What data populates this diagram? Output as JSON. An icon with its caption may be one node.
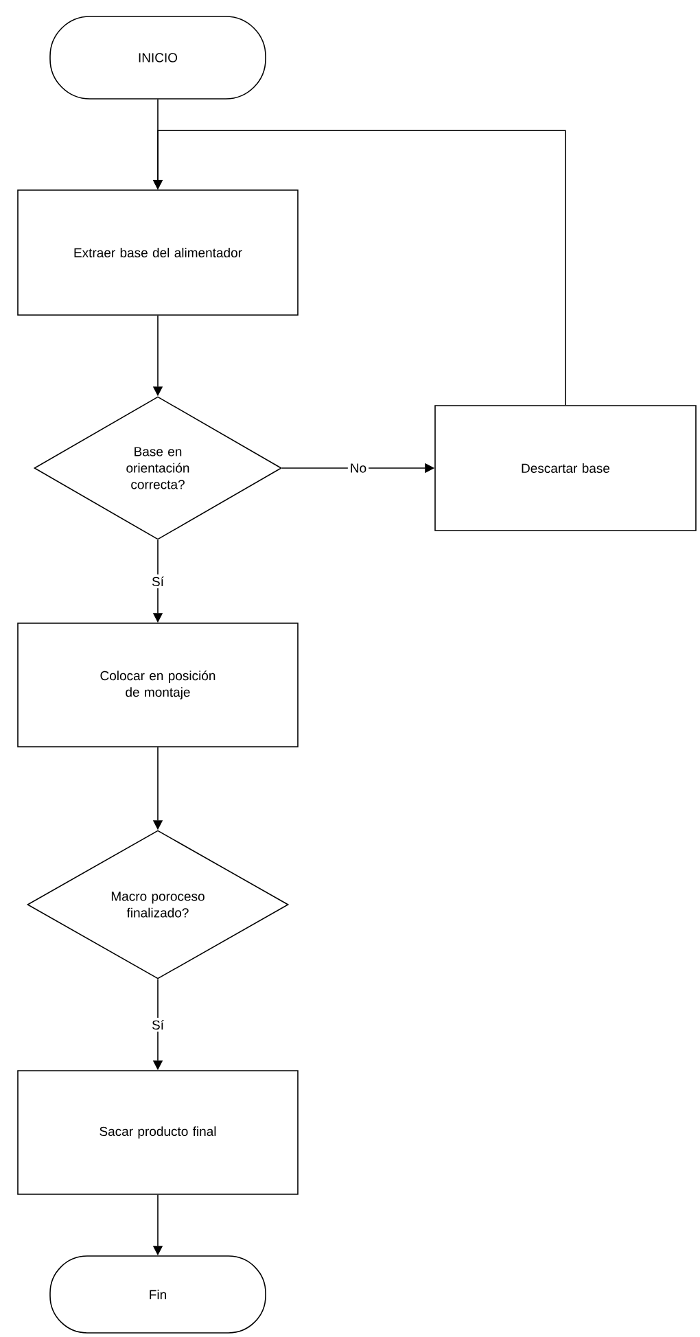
{
  "diagram": {
    "nodes": [
      {
        "text": [
          "INICIO"
        ]
      },
      {
        "text": [
          "Extraer base del alimentador"
        ]
      },
      {
        "text": [
          "Base en orientación correcta?"
        ]
      },
      {
        "text": [
          "Descartar base"
        ]
      },
      {
        "text": [
          "Colocar en posición de montaje"
        ]
      },
      {
        "text": [
          "Macro poroceso finalizado?"
        ]
      },
      {
        "text": [
          "Sacar producto final"
        ]
      },
      {
        "text": [
          "Fin"
        ]
      }
    ],
    "edges": [
      {
        "from": 0,
        "to": 1,
        "arrow": "to"
      },
      {
        "from": 1,
        "to": 2,
        "arrow": "to"
      },
      {
        "from": 2,
        "to": 3,
        "arrow": "to",
        "label": "No"
      },
      {
        "from": 3,
        "to": 1,
        "arrow": "to"
      },
      {
        "from": 2,
        "to": 4,
        "arrow": "to",
        "label": "Sí"
      },
      {
        "from": 4,
        "to": 5,
        "arrow": "to"
      },
      {
        "from": 5,
        "to": 6,
        "arrow": "to",
        "label": "Sí"
      },
      {
        "from": 6,
        "to": 7,
        "arrow": "to"
      }
    ]
  }
}
